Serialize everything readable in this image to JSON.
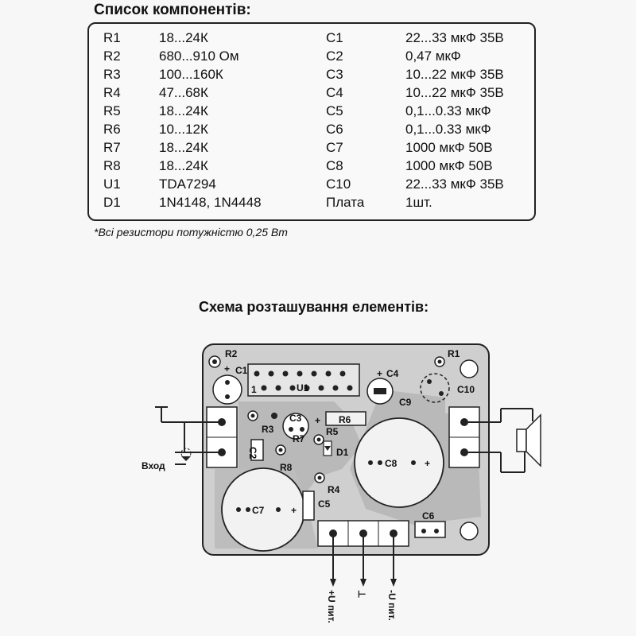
{
  "components": {
    "title": "Список компонентів:",
    "rows": [
      {
        "ref1": "R1",
        "val1": "18...24К",
        "ref2": "C1",
        "val2": "22...33 мкФ 35В"
      },
      {
        "ref1": "R2",
        "val1": "680...910 Ом",
        "ref2": "C2",
        "val2": "0,47 мкФ"
      },
      {
        "ref1": "R3",
        "val1": "100...160К",
        "ref2": "C3",
        "val2": "10...22 мкФ 35В"
      },
      {
        "ref1": "R4",
        "val1": "47...68К",
        "ref2": "C4",
        "val2": "10...22 мкФ 35В"
      },
      {
        "ref1": "R5",
        "val1": "18...24К",
        "ref2": "C5",
        "val2": "0,1...0.33 мкФ"
      },
      {
        "ref1": "R6",
        "val1": "10...12К",
        "ref2": "C6",
        "val2": "0,1...0.33 мкФ"
      },
      {
        "ref1": "R7",
        "val1": "18...24К",
        "ref2": "C7",
        "val2": "1000 мкФ 50В"
      },
      {
        "ref1": "R8",
        "val1": "18...24К",
        "ref2": "C8",
        "val2": "1000 мкФ 50В"
      },
      {
        "ref1": "U1",
        "val1": "TDA7294",
        "ref2": "C10",
        "val2": "22...33 мкФ 35В"
      },
      {
        "ref1": "D1",
        "val1": "1N4148, 1N4448",
        "ref2": "Плата",
        "val2": "1шт."
      }
    ],
    "note": "*Всі резистори потужністю 0,25 Вт"
  },
  "layout_section": {
    "title": "Схема розташування елементів:",
    "labels": {
      "R1": "R1",
      "R2": "R2",
      "R3": "R3",
      "R4": "R4",
      "R5": "R5",
      "R6": "R6",
      "R7": "R7",
      "R8": "R8",
      "C1": "C1",
      "C2": "C2",
      "C3": "C3",
      "C4": "C4",
      "C5": "C5",
      "C6": "C6",
      "C7": "C7",
      "C8": "C8",
      "C9": "C9",
      "C10": "C10",
      "U1": "U1",
      "D1": "D1",
      "pin1": "1",
      "plus": "+"
    },
    "input_label": "Вход",
    "power_pos": "+U пит.",
    "ground": "⊥",
    "power_neg": "-U пит."
  }
}
